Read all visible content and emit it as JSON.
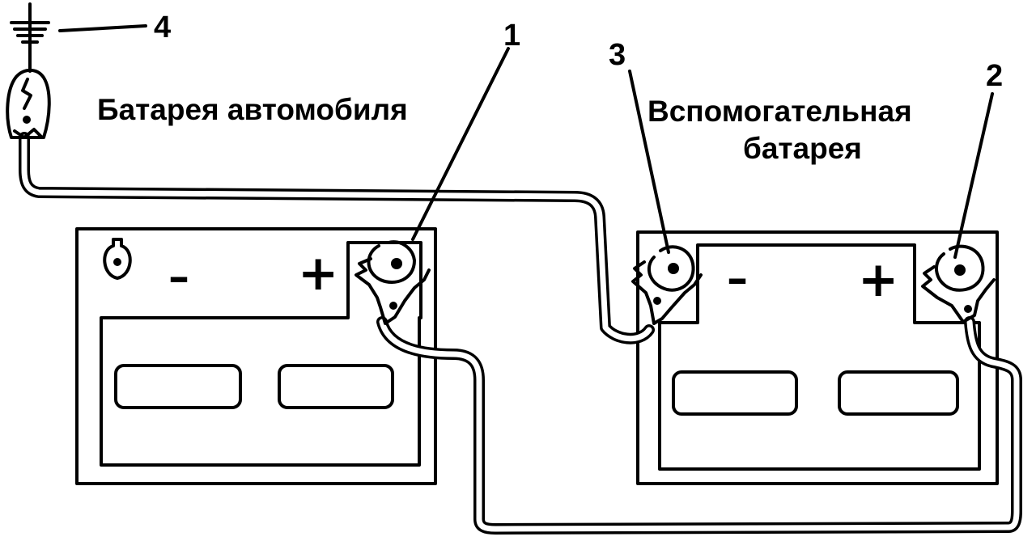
{
  "labels": {
    "car_battery": "Батарея автомобиля",
    "aux_battery_line1": "Вспомогательная",
    "aux_battery_line2": "батарея"
  },
  "callouts": {
    "c1": "1",
    "c2": "2",
    "c3": "3",
    "c4": "4"
  },
  "terminal_signs": {
    "car_minus": "–",
    "car_plus": "+",
    "aux_minus": "–",
    "aux_plus": "+"
  },
  "colors": {
    "ink": "#000000",
    "paper": "#ffffff"
  }
}
